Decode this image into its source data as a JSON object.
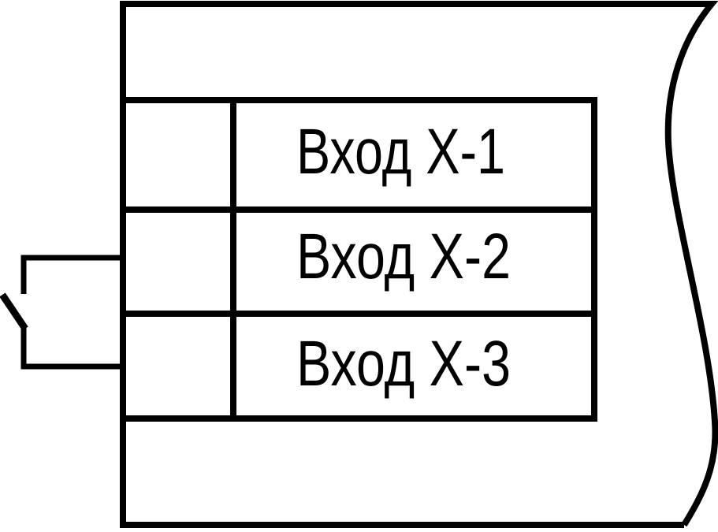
{
  "diagram": {
    "background_color": "#ffffff",
    "line_color": "#000000",
    "terminal_rows": [
      {
        "label": "Вход Х-1"
      },
      {
        "label": "Вход Х-2"
      },
      {
        "label": "Вход Х-3"
      }
    ],
    "switch_state": "open"
  }
}
